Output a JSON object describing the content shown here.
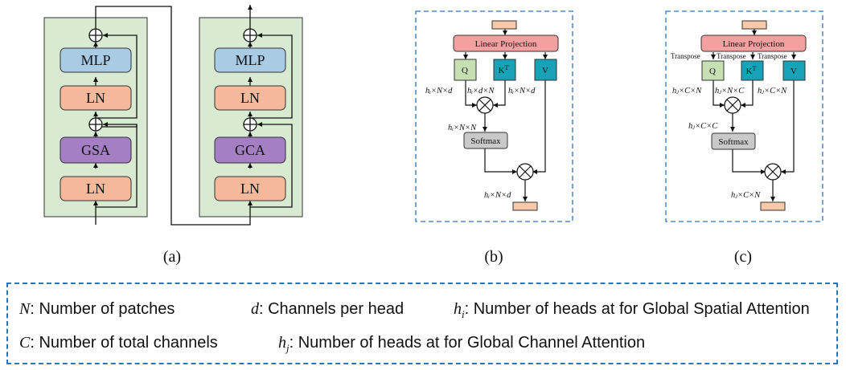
{
  "panel_a": {
    "label": "(a)",
    "left_block": {
      "top": "MLP",
      "norm2": "LN",
      "attn": "GSA",
      "norm1": "LN"
    },
    "right_block": {
      "top": "MLP",
      "norm2": "LN",
      "attn": "GCA",
      "norm1": "LN"
    }
  },
  "panel_b": {
    "label": "(b)",
    "projection": "Linear Projection",
    "q": "Q",
    "k": "K",
    "k_sup": "T",
    "v": "V",
    "softmax": "Softmax",
    "dim_q": "hᵢ×N×d",
    "dim_k": "hᵢ×d×N",
    "dim_v": "hᵢ×N×d",
    "dim_attn": "hᵢ×N×N",
    "dim_out": "hᵢ×N×d"
  },
  "panel_c": {
    "label": "(c)",
    "projection": "Linear Projection",
    "transpose": "Transpose",
    "q": "Q",
    "k": "K",
    "k_sup": "T",
    "v": "V",
    "softmax": "Softmax",
    "dim_q": "hⱼ×C×N",
    "dim_k": "hⱼ×N×C",
    "dim_v": "hⱼ×C×N",
    "dim_attn": "hⱼ×C×C",
    "dim_out": "hⱼ×C×N"
  },
  "legend": {
    "n_sym": "N",
    "n_text": ": Number of patches",
    "d_sym": "d",
    "d_text": ": Channels per head",
    "hi_sym": "h",
    "hi_sub": "i",
    "hi_text": ": Number of heads at for Global Spatial Attention",
    "c_sym": "C",
    "c_text": ": Number of total channels",
    "hj_sym": "h",
    "hj_sub": "j",
    "hj_text": ": Number of heads at for Global Channel Attention"
  },
  "colors": {
    "block_bg": "#d9ead3",
    "mlp": "#a9cbe4",
    "ln": "#f4b89a",
    "gsa": "#a57fc4",
    "proj": "#f2a0a0",
    "q": "#c6e0b4",
    "kv": "#16a3b8",
    "softmax": "#c9c9c9",
    "io": "#f8c9a8",
    "dash": "#2e75b6"
  }
}
